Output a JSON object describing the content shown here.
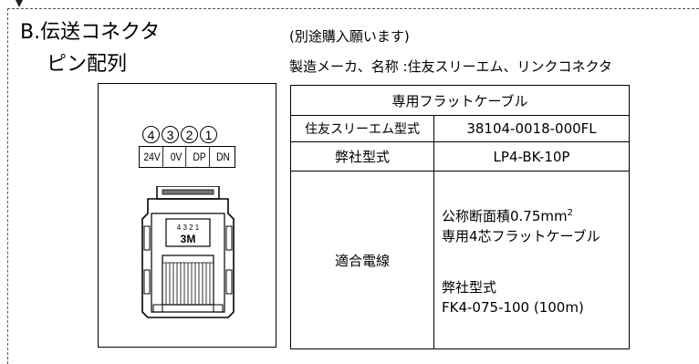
{
  "section": {
    "title_line1": "B.伝送コネクタ",
    "title_line2": "ピン配列",
    "note_line1": "(別途購入願います)",
    "note_line2": "製造メーカ、名称 :住友スリーエム、リンクコネクタ"
  },
  "pin_diagram": {
    "pins": [
      {
        "number": "4",
        "signal": "24V"
      },
      {
        "number": "3",
        "signal": "0V"
      },
      {
        "number": "2",
        "signal": "DP"
      },
      {
        "number": "1",
        "signal": "DN"
      }
    ],
    "connector_pin_numbers": "4 3 2 1",
    "connector_logo": "3M"
  },
  "spec_table": {
    "header": "専用フラットケーブル",
    "rows": [
      {
        "label": "住友スリーエム型式",
        "value": "38104-0018-000FL"
      },
      {
        "label": "弊社型式",
        "value": "LP4-BK-10P"
      }
    ],
    "wire": {
      "label": "適合電線",
      "cross_section": "公称断面積0.75mm",
      "superscript": "2",
      "cable_type": "専用4芯フラットケーブル",
      "our_model_label": "弊社型式",
      "our_model_value": "FK4-075-100 (100m)"
    }
  }
}
